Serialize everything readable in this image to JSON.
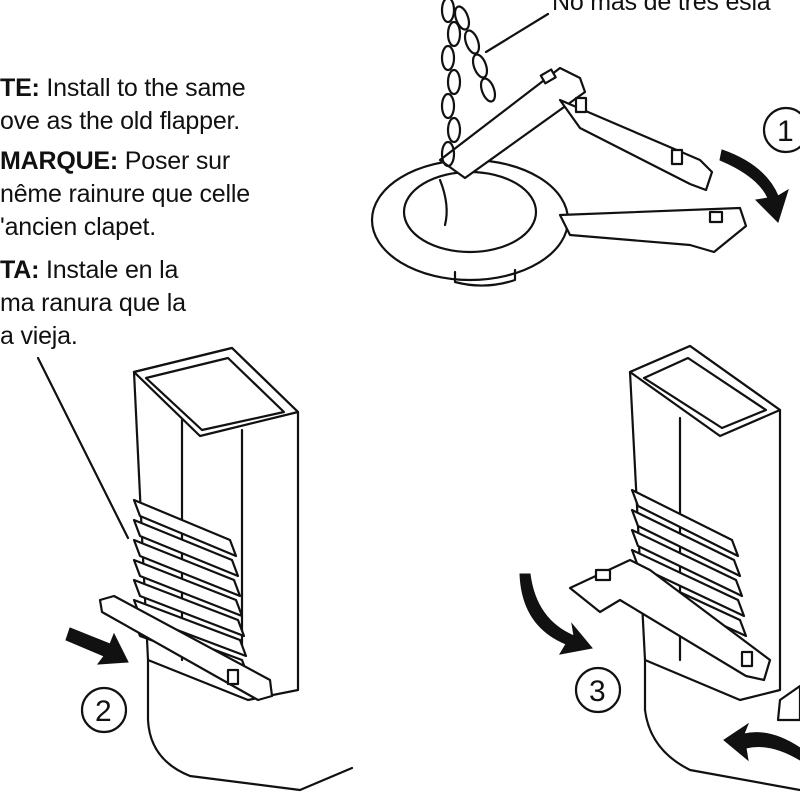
{
  "top_note": "No más de tres esla",
  "notes": {
    "en": {
      "label": "TE:",
      "line1": " Install to the same",
      "line2": "ove as the old flapper."
    },
    "fr": {
      "label": "MARQUE:",
      "line1": " Poser sur",
      "line2": "nême rainure que celle",
      "line3": "'ancien clapet."
    },
    "es": {
      "label": "TA:",
      "line1": " Instale en la",
      "line2": "ma ranura que la",
      "line3": "a vieja."
    }
  },
  "steps": {
    "one": "1",
    "two": "2",
    "three": "3"
  }
}
